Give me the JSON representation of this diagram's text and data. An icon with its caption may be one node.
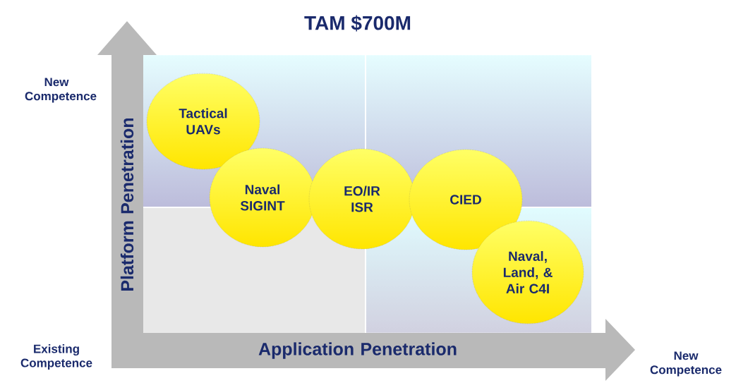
{
  "diagram": {
    "title": "TAM $700M",
    "nodes": [
      {
        "text": [
          "Tactical UAVs"
        ]
      },
      {
        "text": [
          "Naval SIGINT"
        ]
      },
      {
        "text": [
          "EO/IR ISR"
        ]
      },
      {
        "text": [
          "CIED"
        ]
      },
      {
        "text": [
          "Naval, Land, & Air C4I"
        ]
      }
    ],
    "labels": [
      "New Competence",
      "Platform Penetration",
      "Existing Competence",
      "Application Penetration",
      "New Competence"
    ]
  }
}
